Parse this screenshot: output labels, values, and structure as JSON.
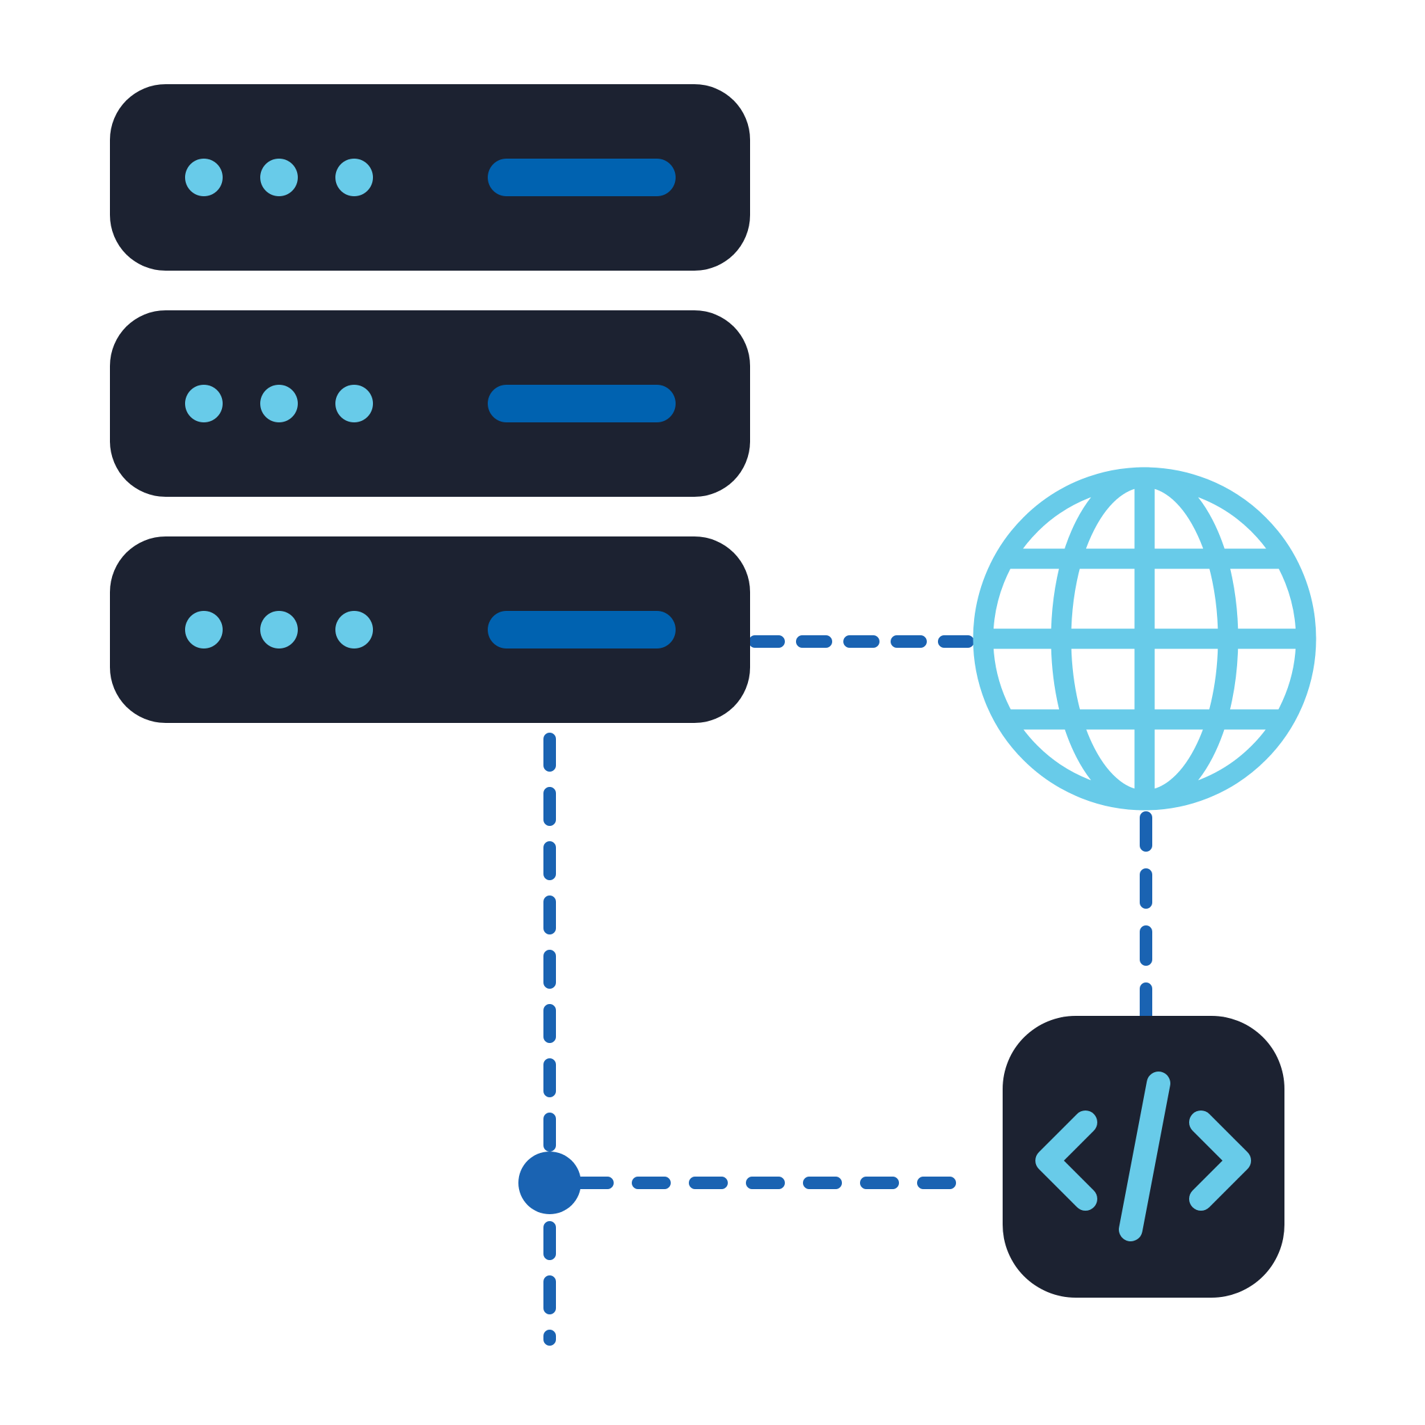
{
  "colors": {
    "background": "#ffffff",
    "server_body": "#1c2231",
    "indicator_light": "#68cbe9",
    "indicator_bar": "#0062b0",
    "connector": "#1a63b2",
    "globe": "#68cbe9",
    "code_panel": "#1c2231",
    "code_symbol": "#68cbe9",
    "junction_node": "#1a63b2"
  },
  "icons": [
    "server-rack-icon",
    "globe-icon",
    "code-brackets-icon",
    "junction-node"
  ],
  "server_units": [
    {
      "name": "server-unit-1",
      "lights": 3
    },
    {
      "name": "server-unit-2",
      "lights": 3
    },
    {
      "name": "server-unit-3",
      "lights": 3
    }
  ]
}
